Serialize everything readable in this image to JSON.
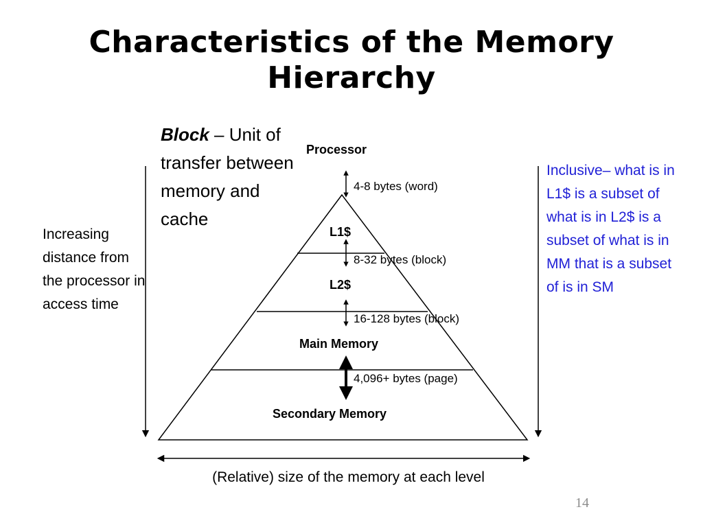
{
  "title": {
    "line1": "Characteristics of the Memory",
    "line2": "Hierarchy"
  },
  "block_definition": {
    "term": "Block",
    "definition": " – Unit of transfer between memory and cache"
  },
  "left_note": "Increasing distance from the processor in access time",
  "right_note": "Inclusive– what is in L1$ is a subset of what is in L2$ is a subset of what is in MM that is a subset of is in SM",
  "levels": {
    "processor": "Processor",
    "l1": "L1$",
    "l2": "L2$",
    "main": "Main Memory",
    "secondary": "Secondary  Memory"
  },
  "transfers": {
    "t1": "4-8 bytes (word)",
    "t2": "8-32 bytes (block)",
    "t3": "16-128 bytes (block)",
    "t4": "4,096+ bytes (page)"
  },
  "caption": "(Relative) size of the memory at each level",
  "page_number": "14",
  "colors": {
    "text": "#000000",
    "note_blue": "#1f1fd6",
    "page_number": "#8c8c8c"
  }
}
